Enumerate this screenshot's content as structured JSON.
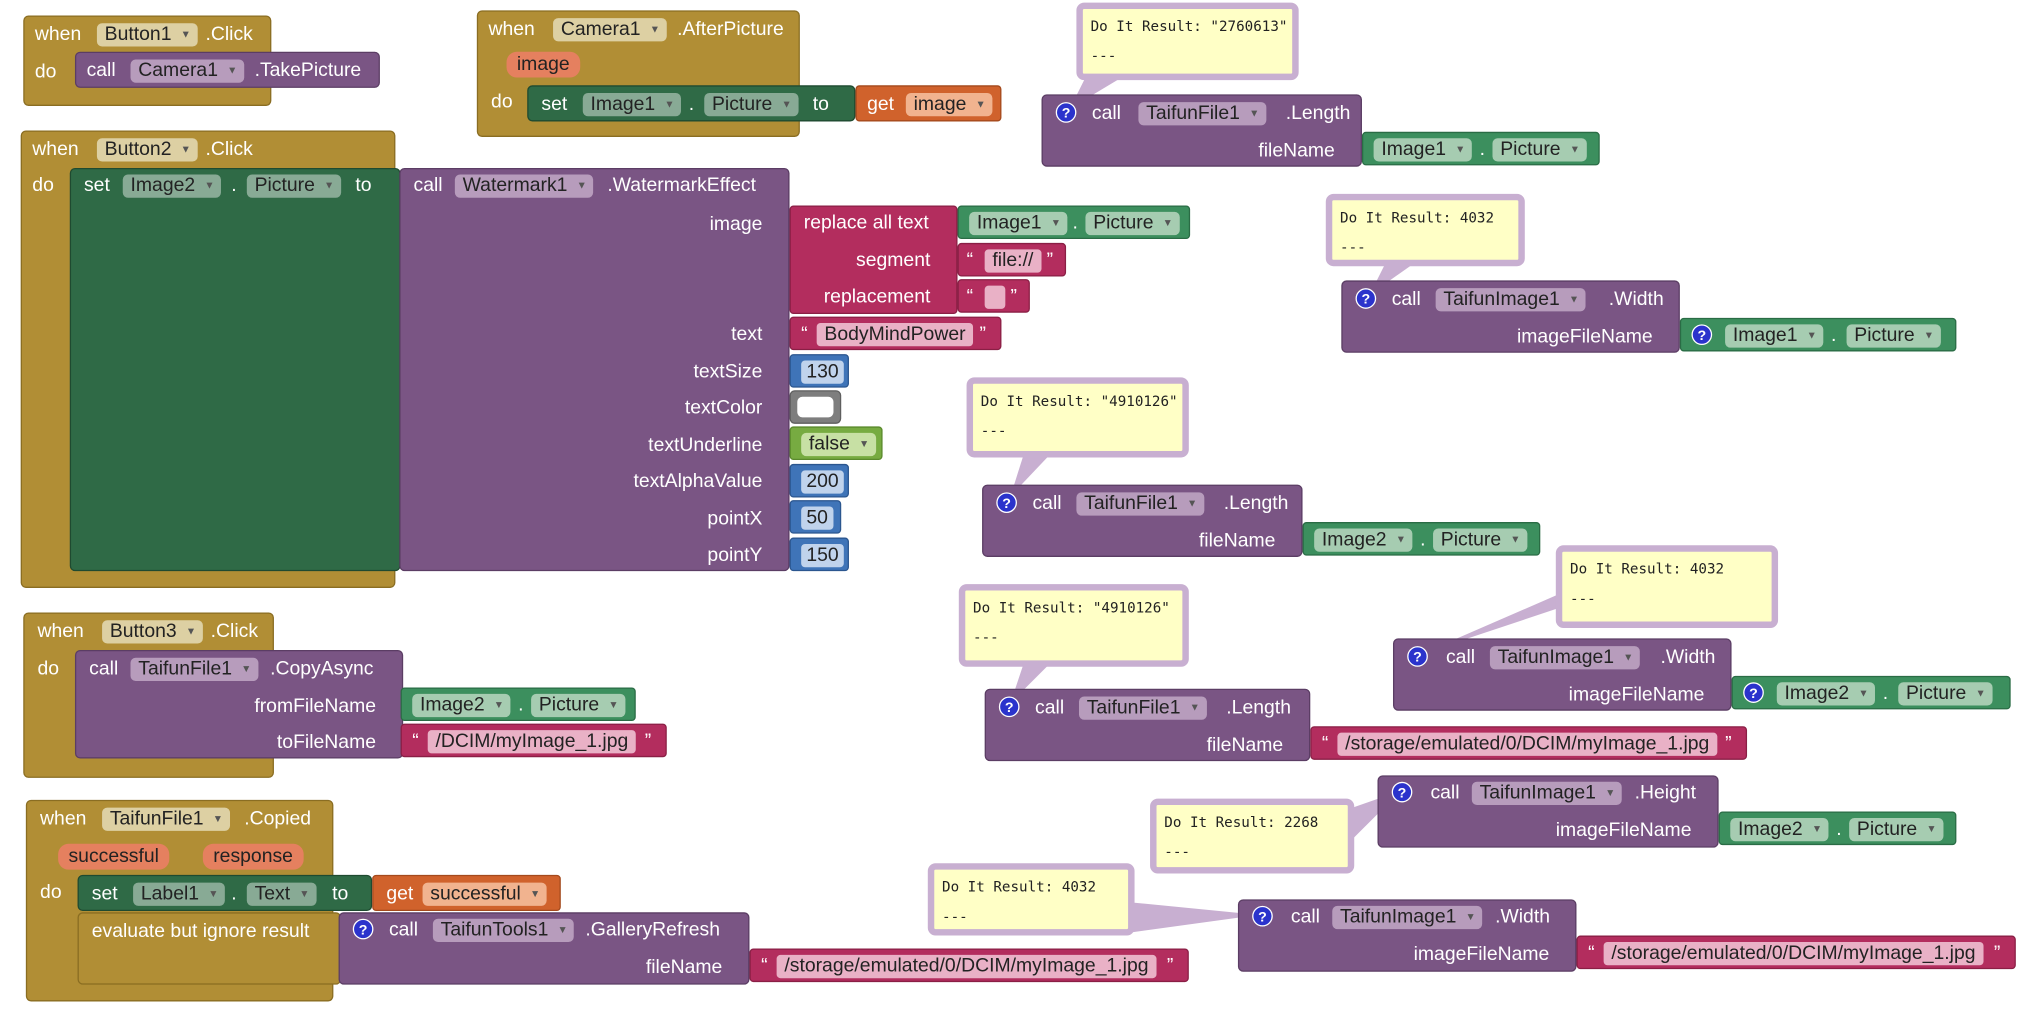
{
  "kw": {
    "when": "when",
    "do": "do",
    "call": "call",
    "set": "set",
    "to": "to",
    "get": "get",
    "dot": ".",
    "quote_open": "“",
    "quote_close": "”",
    "help": "?"
  },
  "b1": {
    "comp": "Button1",
    "event": ".Click",
    "target": "Camera1",
    "method": ".TakePicture"
  },
  "cam": {
    "comp": "Camera1",
    "event": ".AfterPicture",
    "param": "image",
    "set_comp": "Image1",
    "set_prop": "Picture",
    "get_var": "image"
  },
  "b2": {
    "comp": "Button2",
    "event": ".Click",
    "set_comp": "Image2",
    "set_prop": "Picture",
    "call_comp": "Watermark1",
    "call_method": ".WatermarkEffect",
    "args": {
      "image": "image",
      "text": "text",
      "textSize": "textSize",
      "textColor": "textColor",
      "textUnderline": "textUnderline",
      "textAlphaValue": "textAlphaValue",
      "pointX": "pointX",
      "pointY": "pointY"
    },
    "replace": {
      "label": "replace all text",
      "segment_label": "segment",
      "replacement_label": "replacement",
      "src_comp": "Image1",
      "src_prop": "Picture",
      "segment": "file://",
      "replacement": ""
    },
    "text_value": "BodyMindPower",
    "textSize": "130",
    "textColor": "#ffffff",
    "textUnderline": "false",
    "textAlphaValue": "200",
    "pointX": "50",
    "pointY": "150"
  },
  "b3": {
    "comp": "Button3",
    "event": ".Click",
    "call_comp": "TaifunFile1",
    "call_method": ".CopyAsync",
    "from_label": "fromFileName",
    "to_label": "toFileName",
    "from_comp": "Image2",
    "from_prop": "Picture",
    "to_value": "/DCIM/myImage_1.jpg"
  },
  "tf": {
    "comp": "TaifunFile1",
    "event": ".Copied",
    "params": [
      "successful",
      "response"
    ],
    "set_comp": "Label1",
    "set_prop": "Text",
    "get_var": "successful",
    "eval_label": "evaluate but ignore result",
    "call_comp": "TaifunTools1",
    "call_method": ".GalleryRefresh",
    "fileName_label": "fileName",
    "path": "/storage/emulated/0/DCIM/myImage_1.jpg"
  },
  "do1": {
    "result": "Do It Result: \"2760613\"",
    "sep": "---",
    "comp": "TaifunFile1",
    "method": ".Length",
    "arg_label": "fileName",
    "src_comp": "Image1",
    "src_prop": "Picture"
  },
  "do2": {
    "result": "Do It Result: 4032",
    "sep": "---",
    "comp": "TaifunImage1",
    "method": ".Width",
    "arg_label": "imageFileName",
    "src_comp": "Image1",
    "src_prop": "Picture"
  },
  "do3": {
    "result": "Do It Result: \"4910126\"",
    "sep": "---",
    "comp": "TaifunFile1",
    "method": ".Length",
    "arg_label": "fileName",
    "src_comp": "Image2",
    "src_prop": "Picture"
  },
  "do4": {
    "result": "Do It Result: 4032",
    "sep": "---",
    "comp": "TaifunImage1",
    "method": ".Width",
    "arg_label": "imageFileName",
    "src_comp": "Image2",
    "src_prop": "Picture"
  },
  "do5": {
    "result": "Do It Result: \"4910126\"",
    "sep": "---",
    "comp": "TaifunFile1",
    "method": ".Length",
    "arg_label": "fileName",
    "path": "/storage/emulated/0/DCIM/myImage_1.jpg"
  },
  "do6": {
    "result": "Do It Result: 2268",
    "sep": "---",
    "comp": "TaifunImage1",
    "method": ".Height",
    "arg_label": "imageFileName",
    "src_comp": "Image2",
    "src_prop": "Picture"
  },
  "do7": {
    "result": "Do It Result: 4032",
    "sep": "---",
    "comp": "TaifunImage1",
    "method": ".Width",
    "arg_label": "imageFileName",
    "path": "/storage/emulated/0/DCIM/myImage_1.jpg"
  },
  "colors": {
    "event": "#b18e35",
    "procedure": "#7a5584",
    "setter": "#2f6a46",
    "component": "#3c8f5e",
    "text": "#b32d5e",
    "number": "#3f74b8",
    "logic": "#77ab41",
    "variable": "#d0622c",
    "bubble": "#ffffc6"
  },
  "icons": {
    "dropdown": "chevron-down-icon",
    "help": "help-icon"
  }
}
